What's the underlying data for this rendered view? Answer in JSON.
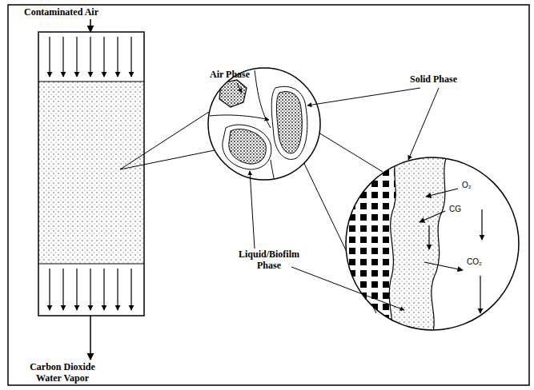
{
  "diagram": {
    "labels": [
      "Contaminated Air",
      "Air Phase",
      "Solid Phase",
      "Liquid/Biofilm Phase",
      "Carbon Dioxide Water Vapor",
      "O₂",
      "CG",
      "CO₂"
    ]
  }
}
